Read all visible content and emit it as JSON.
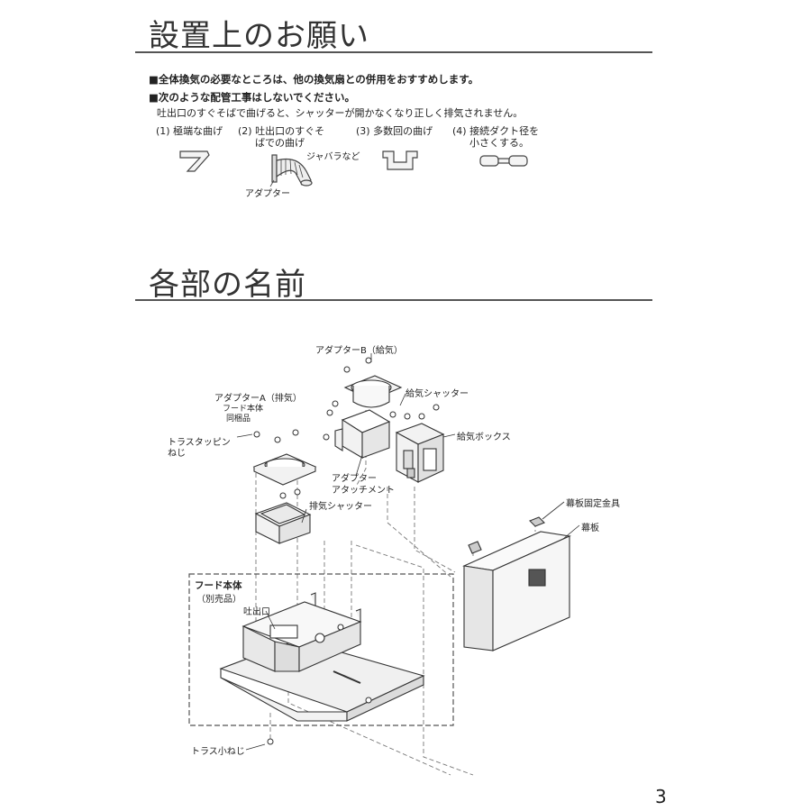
{
  "section1": {
    "title": "設置上のお願い",
    "note1": "■全体換気の必要なところは、他の換気扇との併用をおすすめします。",
    "note2": "■次のような配管工事はしないでください。",
    "note2_sub": "吐出口のすぐそばで曲げると、シャッターが開かなくなり正しく排気されません。",
    "examples": [
      {
        "label": "(1) 極端な曲げ"
      },
      {
        "label": "(2) 吐出口のすぐそ",
        "label2": "ばでの曲げ"
      },
      {
        "label": "(3) 多数回の曲げ"
      },
      {
        "label": "(4) 接続ダクト径を",
        "label2": "小さくする。"
      }
    ],
    "jabara": "ジャバラなど",
    "adapter": "アダプター"
  },
  "section2": {
    "title": "各部の名前",
    "labels": {
      "adapter_b": "アダプターB（給気）",
      "adapter_a": "アダプターA（排気）",
      "adapter_a_note1": "フード本体",
      "adapter_a_note2": "同梱品",
      "kyuki_shutter": "給気シャッター",
      "kyuki_box": "給気ボックス",
      "truss_tapping1": "トラスタッピン",
      "truss_tapping2": "ねじ",
      "adapter_attach1": "アダプター",
      "adapter_attach2": "アタッチメント",
      "haiki_shutter": "排気シャッター",
      "makuita_kanagu": "幕板固定金具",
      "makuita": "幕板",
      "hood": "フード本体",
      "hood_note": "（別売品）",
      "toshutsu": "吐出口",
      "truss_small": "トラス小ねじ"
    }
  },
  "page_number": "3"
}
